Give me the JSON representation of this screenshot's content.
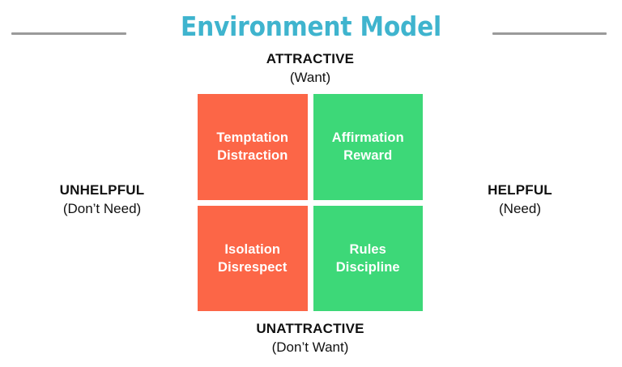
{
  "title": "Environment Model",
  "colors": {
    "title": "#3fb4ce",
    "rule": "#9a9a9a",
    "unhelpful_quadrant": "#fc6647",
    "helpful_quadrant": "#3dd878",
    "quadrant_text": "#ffffff",
    "axis_text": "#111111",
    "background": "#ffffff"
  },
  "axes": {
    "top": {
      "primary": "ATTRACTIVE",
      "secondary": "(Want)"
    },
    "bottom": {
      "primary": "UNATTRACTIVE",
      "secondary": "(Don’t Want)"
    },
    "left": {
      "primary": "UNHELPFUL",
      "secondary": "(Don’t Need)"
    },
    "right": {
      "primary": "HELPFUL",
      "secondary": "(Need)"
    }
  },
  "quadrants": [
    {
      "id": "attractive-unhelpful",
      "color": "#fc6647",
      "line1": "Temptation",
      "line2": "Distraction"
    },
    {
      "id": "attractive-helpful",
      "color": "#3dd878",
      "line1": "Affirmation",
      "line2": "Reward"
    },
    {
      "id": "unattractive-unhelpful",
      "color": "#fc6647",
      "line1": "Isolation",
      "line2": "Disrespect"
    },
    {
      "id": "unattractive-helpful",
      "color": "#3dd878",
      "line1": "Rules",
      "line2": "Discipline"
    }
  ]
}
